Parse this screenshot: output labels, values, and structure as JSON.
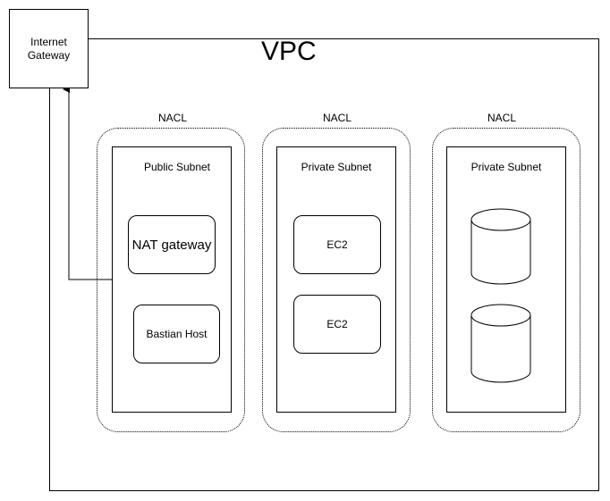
{
  "vpc": {
    "title": "VPC"
  },
  "internet_gateway": {
    "label": "Internet\nGateway"
  },
  "nacls": [
    {
      "label": "NACL",
      "subnet": {
        "label": "Public Subnet",
        "nodes": [
          "NAT gateway",
          "Bastian Host"
        ]
      }
    },
    {
      "label": "NACL",
      "subnet": {
        "label": "Private Subnet",
        "nodes": [
          "EC2",
          "EC2"
        ]
      }
    },
    {
      "label": "NACL",
      "subnet": {
        "label": "Private Subnet",
        "databases": 2
      }
    }
  ],
  "connections": [
    {
      "from": "Public Subnet",
      "to": "Internet Gateway",
      "arrow": true
    }
  ]
}
